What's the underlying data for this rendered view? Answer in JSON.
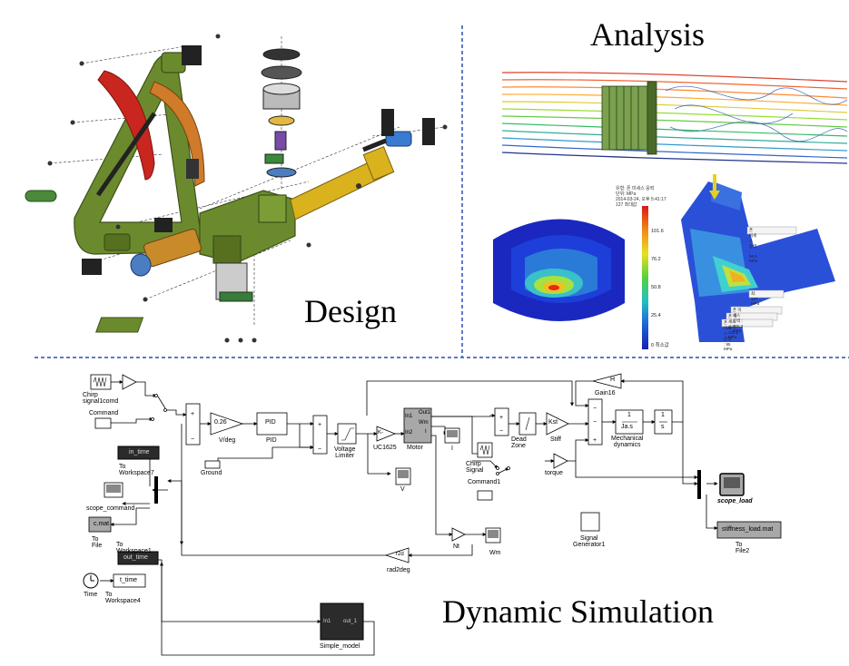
{
  "titles": {
    "design": "Design",
    "analysis": "Analysis",
    "simulation": "Dynamic Simulation"
  },
  "colors": {
    "separator": "#2a4bb5",
    "frame_green": "#6b8a2e",
    "arm_yellow": "#d9b21e",
    "accent_red": "#c8261e",
    "accent_orange": "#d07b2a",
    "block_dark": "#2b2b2b",
    "block_gray": "#a8a8a8"
  },
  "analysis": {
    "legend_header": [
      "유형: 폰 미세스 응력",
      "단위: MPa",
      "2014-03-24, 오후 5:41:17",
      "127 최대값"
    ],
    "scale_values": [
      "101.6",
      "76.2",
      "50.8",
      "25.4",
      "0 최소값"
    ],
    "probe_labels": [
      "폰 미세스 응력 : 56.6 MPa",
      "최: 127 MPa",
      "폰 미세스 응력 : 100.3 MPa",
      "폰 미세스 응력 : 125.6 MPa",
      "폰 미세스 응력 : 95 MPa"
    ]
  },
  "simulink": {
    "blocks": {
      "chirp1": "Chirp signal1comd",
      "command": "Command",
      "in_time": "in_time",
      "to_workspace7": "To Workspace7",
      "scope_command": "scope_command",
      "cmat": "c.mat",
      "to_file": "To File",
      "to_workspace1": "To Workspace1",
      "out_time": "out_time",
      "time": "Time",
      "t_time": "t_time",
      "to_workspace4": "To Workspace4",
      "gain_val": "0.26",
      "vdeg": "V/deg",
      "ground": "Ground",
      "pid_block": "PID",
      "pid_label": "PID",
      "voltage_limiter": "Voltage\nLimiter",
      "uc1625": "UC1625",
      "uc_k": "K-",
      "motor": "Motor",
      "motor_in1": "In1",
      "motor_in2": "In2",
      "motor_out1": "Out1",
      "motor_wm": "Wm",
      "motor_i": "I",
      "i_label": "I",
      "v_label": "V",
      "nt": "Nt",
      "wm": "Wm",
      "rad2deg": "rad2deg",
      "r2d": "r2d",
      "dead_zone": "Dead Zone",
      "kst": "Kst",
      "stiff": "Stiff",
      "h": "H",
      "gain16": "Gain16",
      "num": "1",
      "den": "Ja.s",
      "int_num": "1",
      "int_den": "s",
      "mech_dyn": "Mechanical\ndynamics",
      "chirp_signal": "Chirp Signal",
      "command1": "Command1",
      "torque": "torque",
      "signal_gen": "Signal\nGenerator1",
      "scope_load": "scope_load",
      "stiffness_load": "stiffness_load.mat",
      "to_file2": "To File2",
      "simple_model": "Simple_model",
      "sm_in": "In1",
      "sm_out": "out_1"
    }
  }
}
